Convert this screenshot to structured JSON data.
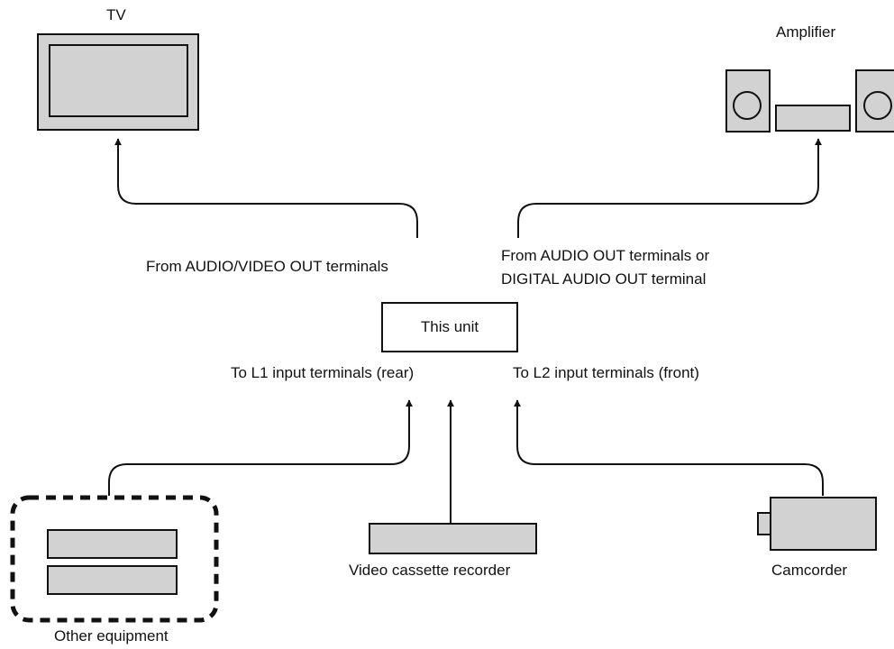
{
  "devices": {
    "tv": "TV",
    "amplifier": "Amplifier",
    "this_unit": "This unit",
    "other_equipment": "Other equipment",
    "vcr": "Video cassette recorder",
    "camcorder": "Camcorder"
  },
  "connections": {
    "av_out": "From AUDIO/VIDEO OUT terminals",
    "audio_out_line1": "From AUDIO OUT terminals or",
    "audio_out_line2": "DIGITAL AUDIO OUT terminal",
    "l1_in": "To L1 input terminals (rear)",
    "l2_in": "To L2 input terminals (front)"
  },
  "colors": {
    "device_fill": "#d2d2d2",
    "line": "#111111",
    "background": "#ffffff"
  }
}
